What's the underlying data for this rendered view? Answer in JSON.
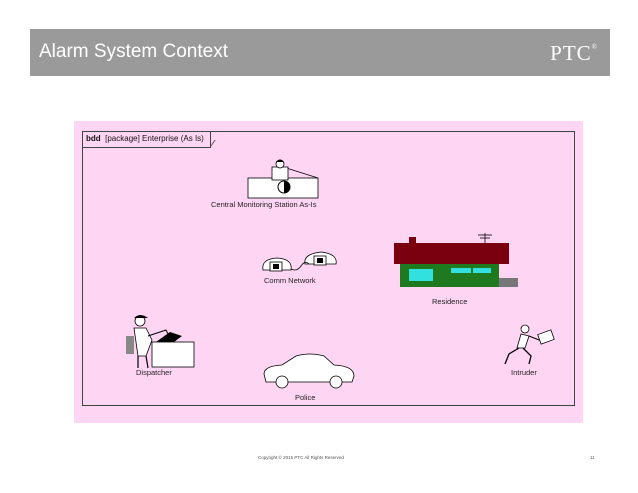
{
  "slide": {
    "title": "Alarm System Context",
    "logo_text": "PTC",
    "logo_mark": "®",
    "header_color": "#9a9a9a"
  },
  "diagram": {
    "frame_kind": "bdd",
    "frame_label": "[package] Enterprise (As Is)",
    "background_color": "#ffd5f4",
    "blocks": [
      {
        "label": "Central Monitoring Station As-Is",
        "icon": "monitoring-station-icon"
      },
      {
        "label": "Comm Network",
        "icon": "telephone-icon"
      },
      {
        "label": "Residence",
        "icon": "house-icon"
      },
      {
        "label": "Dispatcher",
        "icon": "dispatcher-icon"
      },
      {
        "label": "Intruder",
        "icon": "running-person-icon"
      },
      {
        "label": "Police",
        "icon": "car-icon"
      }
    ],
    "house_colors": {
      "roof": "#7a0010",
      "wall": "#1f7a1f",
      "window": "#33e0e0"
    }
  },
  "footer": {
    "copyright": "Copyright © 2015 PTC  All Rights Reserved",
    "page_number": "11"
  }
}
